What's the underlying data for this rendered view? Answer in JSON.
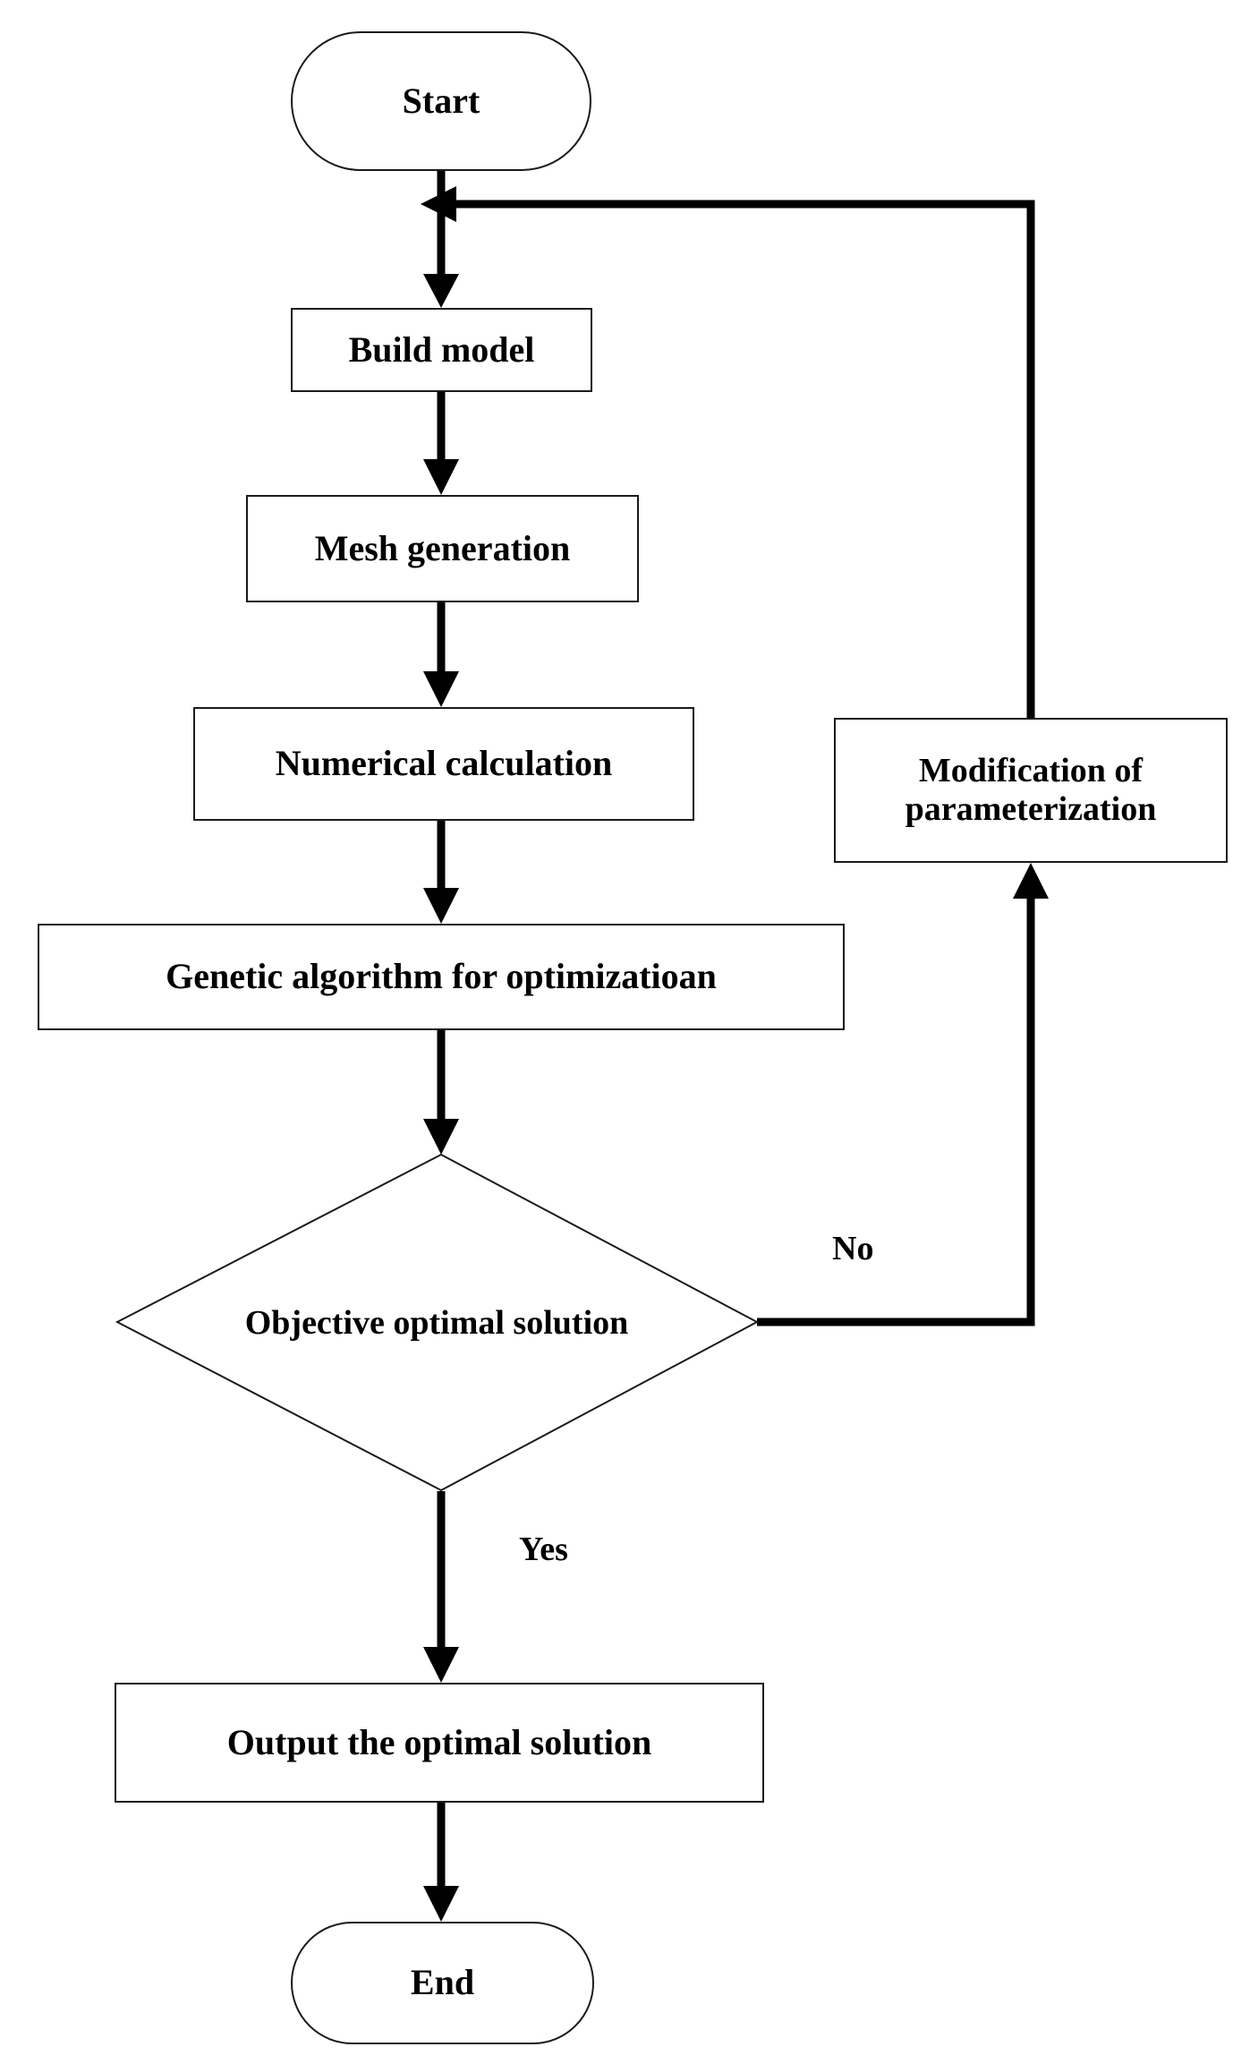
{
  "diagram": {
    "title": "Optimization workflow flowchart",
    "type": "flowchart",
    "orientation": "top-to-bottom",
    "colors": {
      "stroke": "#1a1a1a",
      "fill": "#ffffff",
      "text": "#000000"
    },
    "nodes": [
      {
        "id": "start",
        "shape": "terminator",
        "label": "Start"
      },
      {
        "id": "build",
        "shape": "process",
        "label": "Build model"
      },
      {
        "id": "mesh",
        "shape": "process",
        "label": "Mesh generation"
      },
      {
        "id": "numerical",
        "shape": "process",
        "label": "Numerical calculation"
      },
      {
        "id": "modif",
        "shape": "process",
        "label": "Modification of parameterization"
      },
      {
        "id": "genetic",
        "shape": "process",
        "label": "Genetic algorithm for optimizatioan"
      },
      {
        "id": "decision",
        "shape": "decision",
        "label": "Objective optimal solution"
      },
      {
        "id": "output",
        "shape": "process",
        "label": "Output the optimal solution"
      },
      {
        "id": "end",
        "shape": "terminator",
        "label": "End"
      }
    ],
    "edges": [
      {
        "from": "start",
        "to": "build",
        "label": ""
      },
      {
        "from": "build",
        "to": "mesh",
        "label": ""
      },
      {
        "from": "mesh",
        "to": "numerical",
        "label": ""
      },
      {
        "from": "numerical",
        "to": "genetic",
        "label": ""
      },
      {
        "from": "genetic",
        "to": "decision",
        "label": ""
      },
      {
        "from": "decision",
        "to": "modif",
        "label": "No"
      },
      {
        "from": "decision",
        "to": "output",
        "label": "Yes"
      },
      {
        "from": "modif",
        "to": "build",
        "label": ""
      },
      {
        "from": "output",
        "to": "end",
        "label": ""
      }
    ],
    "edge_labels": {
      "no": "No",
      "yes": "Yes"
    }
  }
}
